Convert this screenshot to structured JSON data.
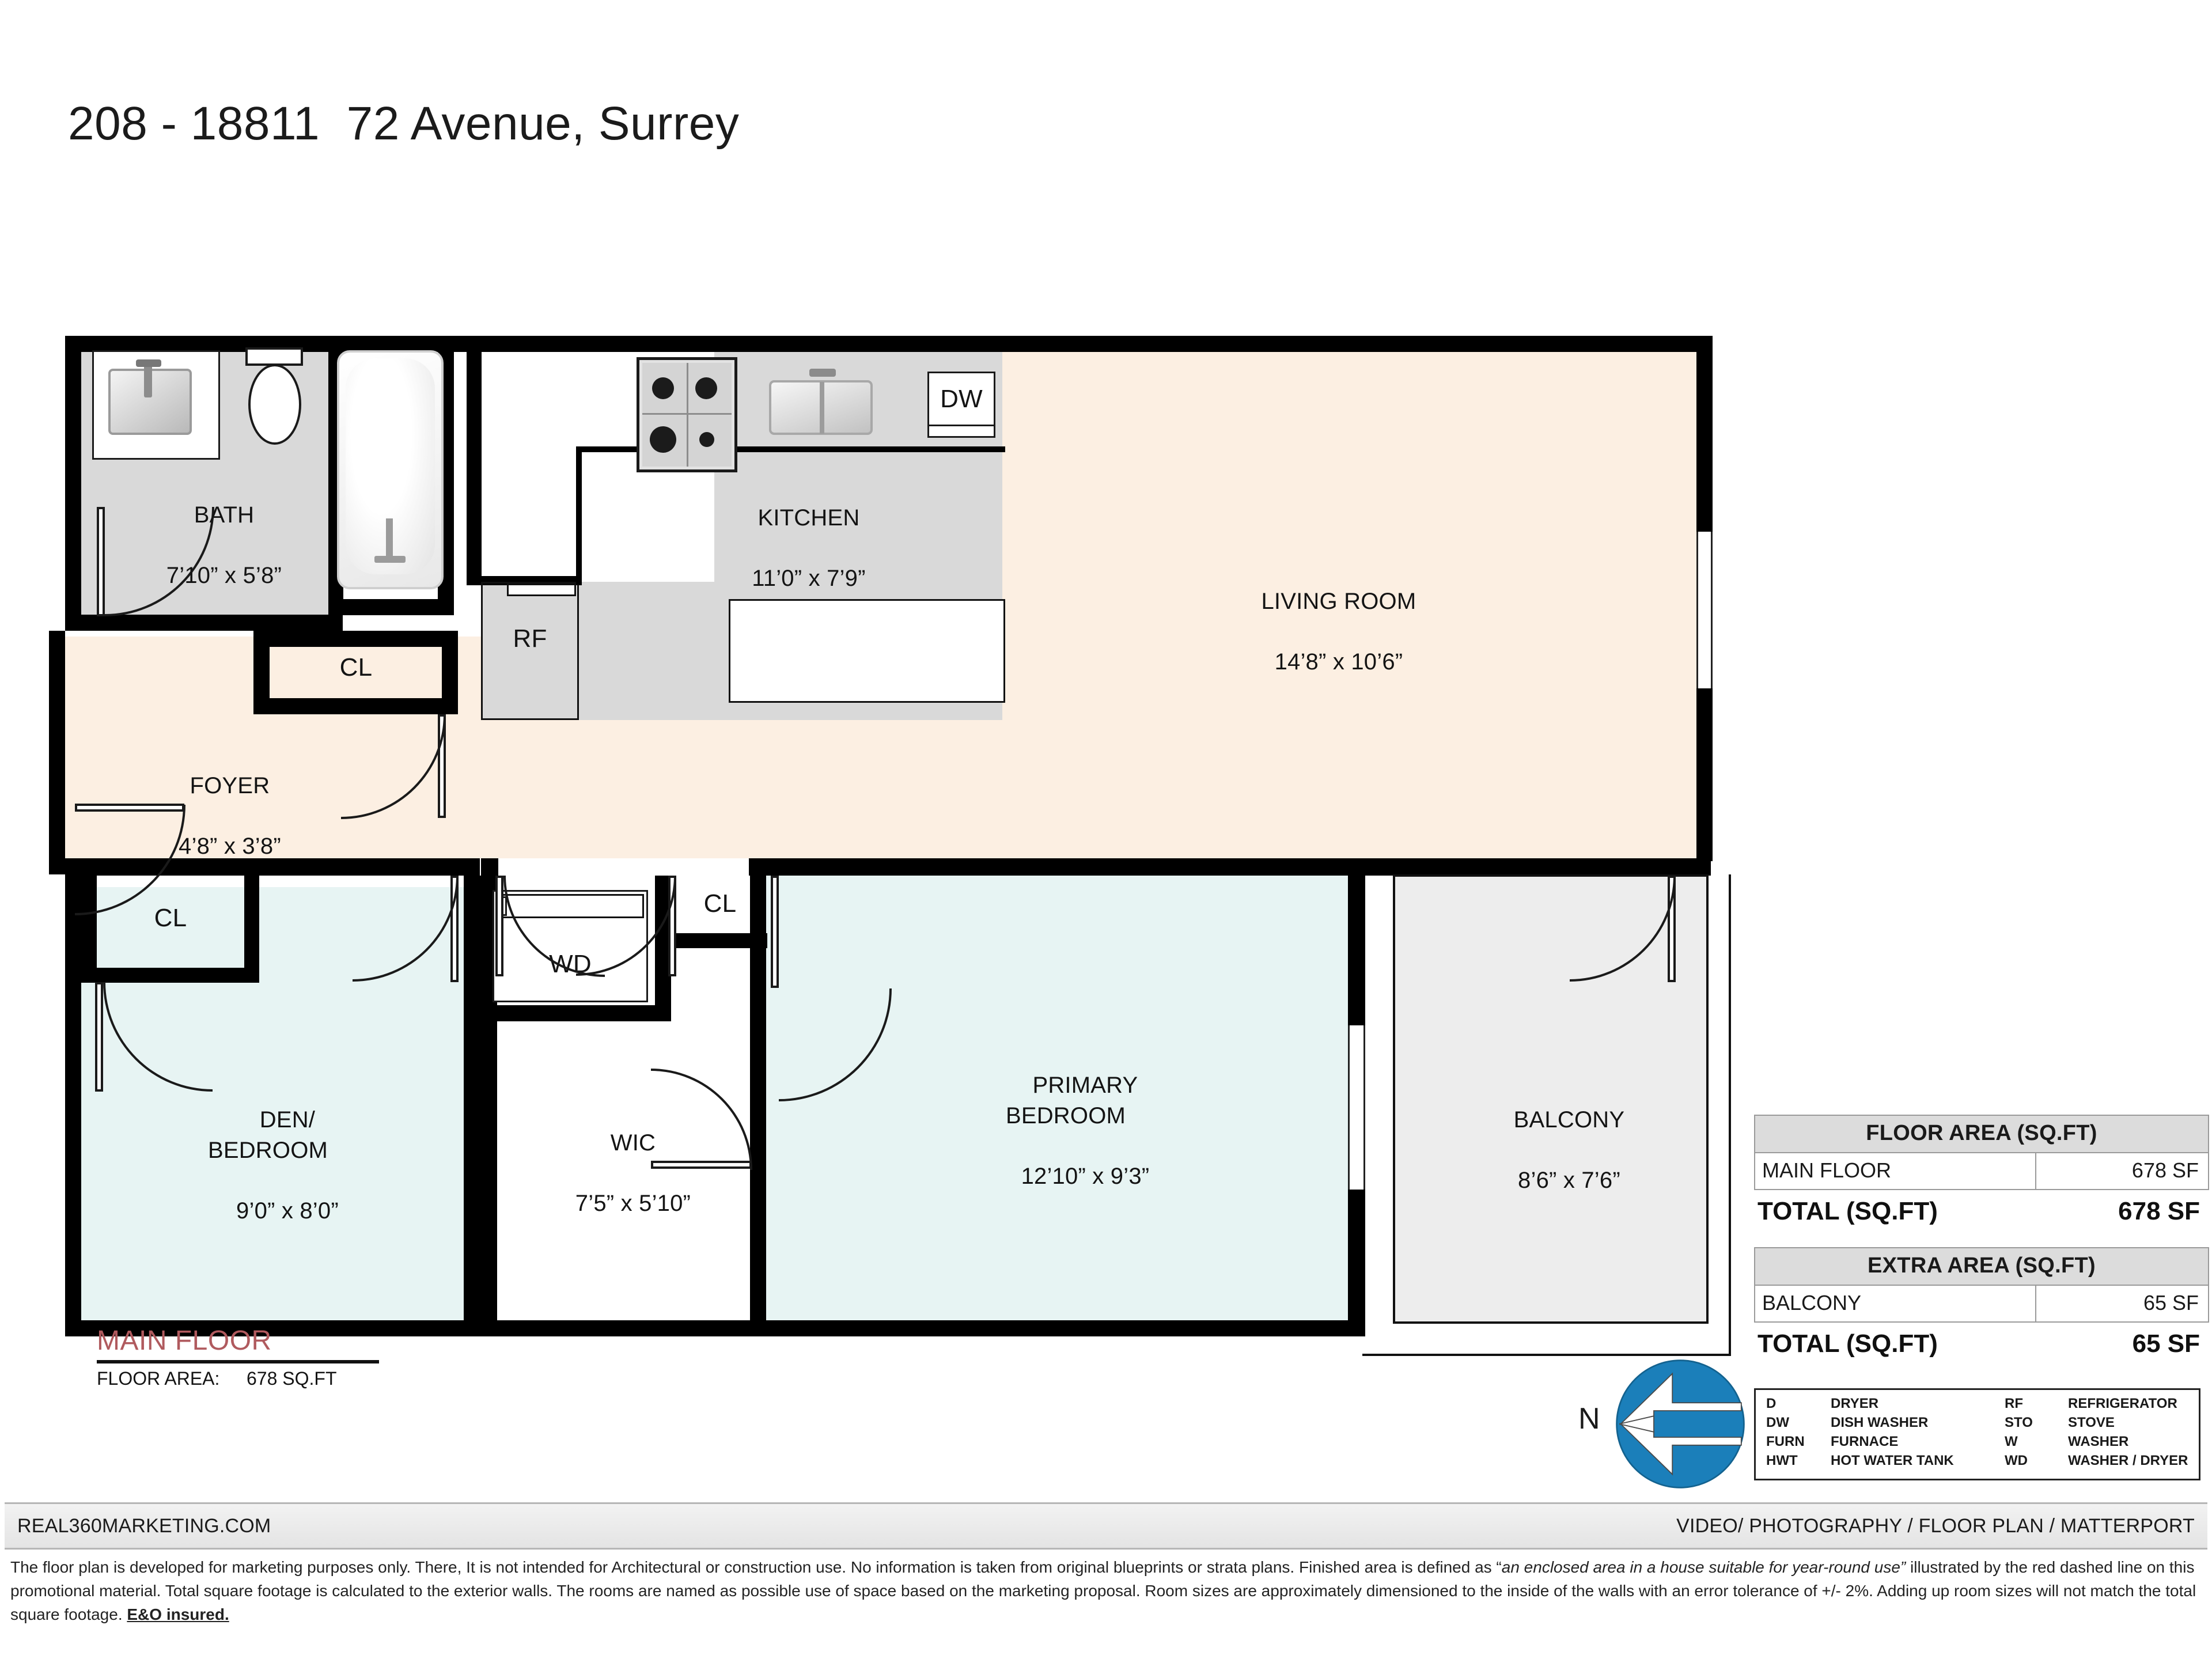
{
  "title": "208 - 18811  72 Avenue, Surrey",
  "rooms": [
    {
      "key": "bath",
      "name": "BATH",
      "dims": "7’10” x 5’8”"
    },
    {
      "key": "kitchen",
      "name": "KITCHEN",
      "dims": "11’0” x 7’9”"
    },
    {
      "key": "living",
      "name": "LIVING ROOM",
      "dims": "14’8” x 10’6”"
    },
    {
      "key": "foyer",
      "name": "FOYER",
      "dims": "4’8” x 3’8”"
    },
    {
      "key": "den",
      "name": "DEN/\nBEDROOM",
      "dims": "9’0” x 8’0”"
    },
    {
      "key": "wic",
      "name": "WIC",
      "dims": "7’5” x 5’10”"
    },
    {
      "key": "primary",
      "name": "PRIMARY\nBEDROOM",
      "dims": "12’10” x 9’3”"
    },
    {
      "key": "balcony",
      "name": "BALCONY",
      "dims": "8’6” x 7’6”"
    }
  ],
  "tags": {
    "closet_foyer": "CL",
    "closet_den": "CL",
    "closet_hall": "CL",
    "refrigerator": "RF",
    "dishwasher": "DW",
    "washer_dryer": "WD"
  },
  "main_floor_caption": {
    "title": "MAIN FLOOR",
    "area_label": "FLOOR AREA:",
    "area_value": "678 SQ.FT"
  },
  "floor_area_table": {
    "header": "FLOOR AREA (SQ.FT)",
    "rows": [
      {
        "label": "MAIN FLOOR",
        "value": "678 SF"
      }
    ],
    "total_label": "TOTAL (SQ.FT)",
    "total_value": "678 SF"
  },
  "extra_area_table": {
    "header": "EXTRA AREA (SQ.FT)",
    "rows": [
      {
        "label": "BALCONY",
        "value": "65 SF"
      }
    ],
    "total_label": "TOTAL (SQ.FT)",
    "total_value": "65 SF"
  },
  "legend": [
    {
      "k1": "D",
      "v1": "DRYER",
      "k2": "RF",
      "v2": "REFRIGERATOR"
    },
    {
      "k1": "DW",
      "v1": "DISH WASHER",
      "k2": "STO",
      "v2": "STOVE"
    },
    {
      "k1": "FURN",
      "v1": "FURNACE",
      "k2": "W",
      "v2": "WASHER"
    },
    {
      "k1": "HWT",
      "v1": "HOT WATER TANK",
      "k2": "WD",
      "v2": "WASHER / DRYER"
    }
  ],
  "compass": {
    "label": "N",
    "color": "#1b7fba"
  },
  "footer": {
    "left": "REAL360MARKETING.COM",
    "right": "VIDEO/ PHOTOGRAPHY / FLOOR PLAN / MATTERPORT"
  },
  "disclaimer": {
    "p1": "The floor plan is developed for marketing purposes only. There, It is not intended for Architectural or construction use. No information is  taken from original blueprints or strata plans. Finished area is defined as  “",
    "em1": "an enclosed area in a house suitable for year-round use”",
    "p2": " illustrated by the red dashed line on this promotional material. Total square footage is calculated to the exterior walls. The rooms are named as possible use of space based on the marketing proposal. Room sizes are approximately dimensioned to the inside of the walls with an error tolerance of +/- 2%. Adding up room sizes will not match the total square footage. ",
    "em2": "E&O insured."
  },
  "colors": {
    "wall": "#000000",
    "living_fill": "#fcefe2",
    "bedroom_fill": "#e7f4f3",
    "kitchen_fill": "#d9d9d9",
    "balcony_fill": "#ededed",
    "caption_red": "#b05a5e"
  }
}
